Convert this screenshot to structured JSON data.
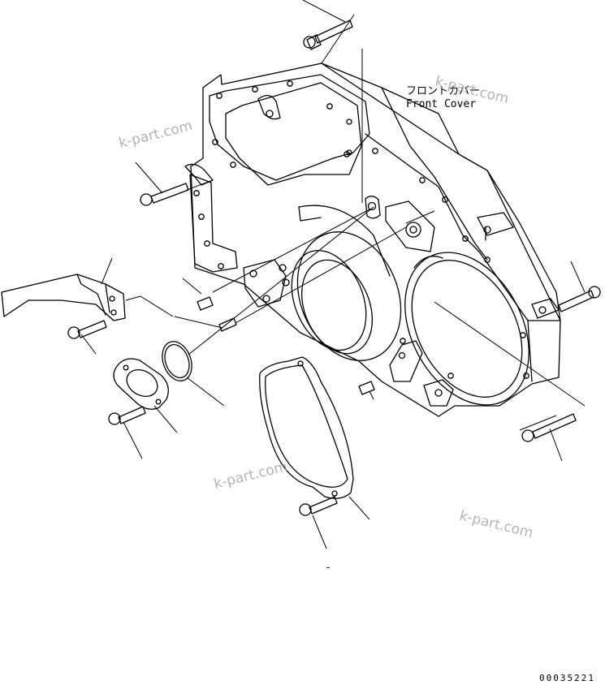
{
  "labels": {
    "front_cover_jp": "フロントカバー",
    "front_cover_en": "Front Cover"
  },
  "watermarks": [
    "k-part.com",
    "k-part.com",
    "k-part.com",
    "k-part.com"
  ],
  "drawing_code": "00035221",
  "dot_mark": "-"
}
